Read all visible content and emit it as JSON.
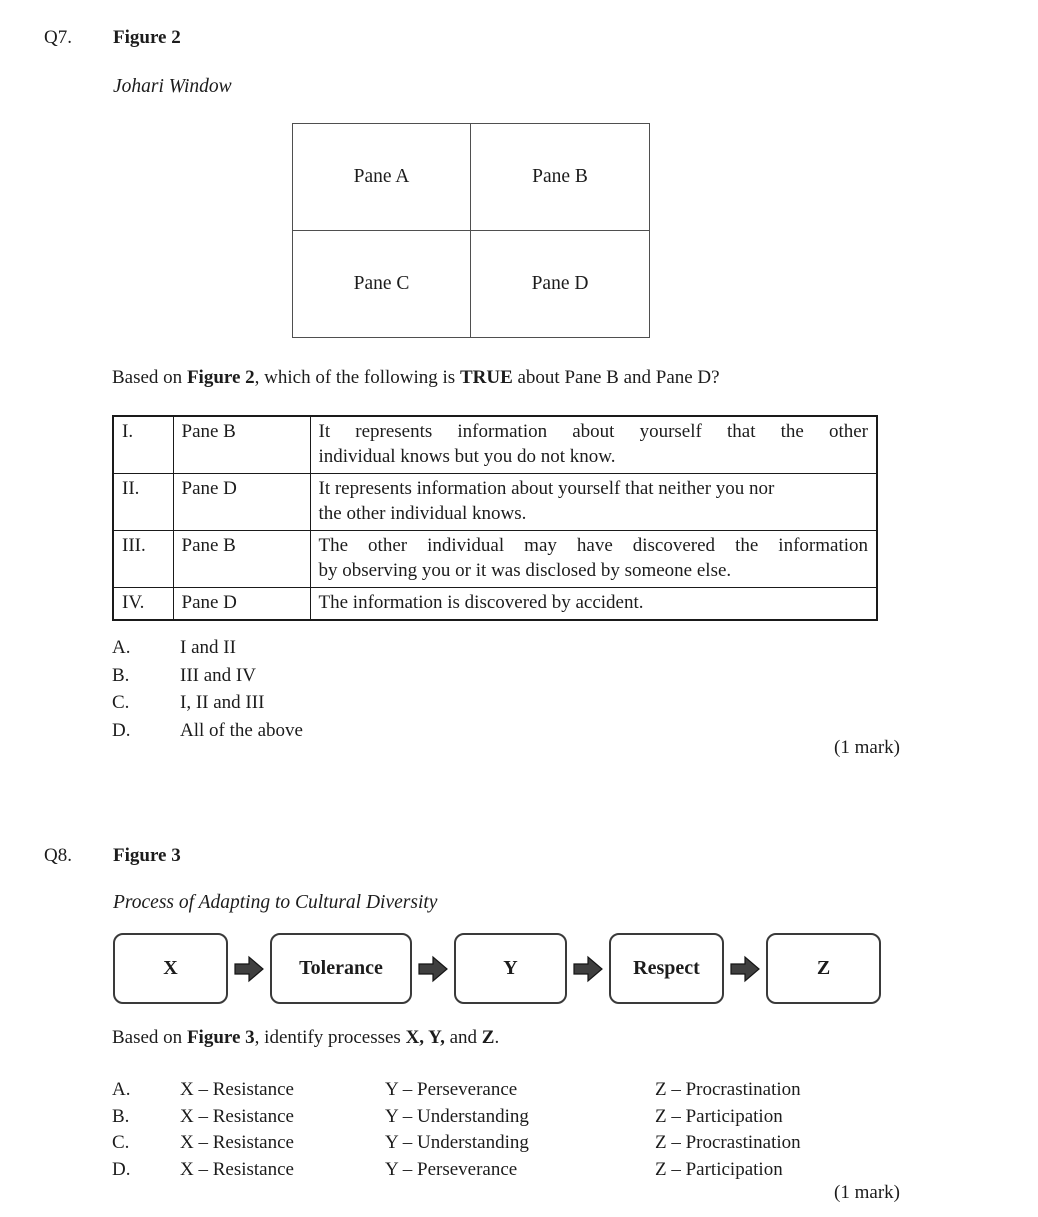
{
  "colors": {
    "paper": "#ffffff",
    "ink": "#1c1c1c",
    "table_border": "#1a1a1a",
    "box_border": "#3a3a3a",
    "arrow_fill": "#3f3f3f"
  },
  "icons": {
    "flow_arrow": "right-block-arrow"
  },
  "q7": {
    "number": "Q7.",
    "figure_label": "Figure 2",
    "figure_caption": "Johari Window",
    "johari_panes": {
      "a": "Pane A",
      "b": "Pane B",
      "c": "Pane C",
      "d": "Pane D"
    },
    "question": {
      "seg1": "Based on ",
      "seg2": "Figure 2",
      "seg3": ", which of the following is ",
      "seg4": "TRUE",
      "seg5": " about Pane B and Pane D?"
    },
    "table_rows": [
      {
        "num": "I.",
        "pane": "Pane B",
        "l1": "It represents information about yourself that the other",
        "l2": "individual knows but you do not know."
      },
      {
        "num": "II.",
        "pane": "Pane D",
        "l1": "It represents information about yourself that neither you nor",
        "l2": "the other individual knows."
      },
      {
        "num": "III.",
        "pane": "Pane B",
        "l1": "The other individual may have discovered the information",
        "l2": "by observing you or it was disclosed by someone else."
      },
      {
        "num": "IV.",
        "pane": "Pane D",
        "l1": "The information is discovered by accident.",
        "l2": ""
      }
    ],
    "options": [
      {
        "letter": "A.",
        "text": "I and II"
      },
      {
        "letter": "B.",
        "text": "III and IV"
      },
      {
        "letter": "C.",
        "text": "I, II and III"
      },
      {
        "letter": "D.",
        "text": "All of the above"
      }
    ],
    "mark": "(1 mark)"
  },
  "q8": {
    "number": "Q8.",
    "figure_label": "Figure 3",
    "figure_caption": "Process of Adapting to Cultural Diversity",
    "flow_steps": [
      "X",
      "Tolerance",
      "Y",
      "Respect",
      "Z"
    ],
    "question": {
      "seg1": "Based on ",
      "seg2": "Figure 3",
      "seg3": ", identify processes ",
      "seg4": "X, Y,",
      "seg5": " and ",
      "seg6": "Z",
      "seg7": "."
    },
    "options": [
      {
        "letter": "A.",
        "x": "X – Resistance",
        "y": "Y – Perseverance",
        "z": "Z – Procrastination"
      },
      {
        "letter": "B.",
        "x": "X – Resistance",
        "y": "Y – Understanding",
        "z": "Z – Participation"
      },
      {
        "letter": "C.",
        "x": "X – Resistance",
        "y": "Y – Understanding",
        "z": "Z – Procrastination"
      },
      {
        "letter": "D.",
        "x": "X – Resistance",
        "y": "Y – Perseverance",
        "z": "Z – Participation"
      }
    ],
    "mark": "(1 mark)"
  }
}
